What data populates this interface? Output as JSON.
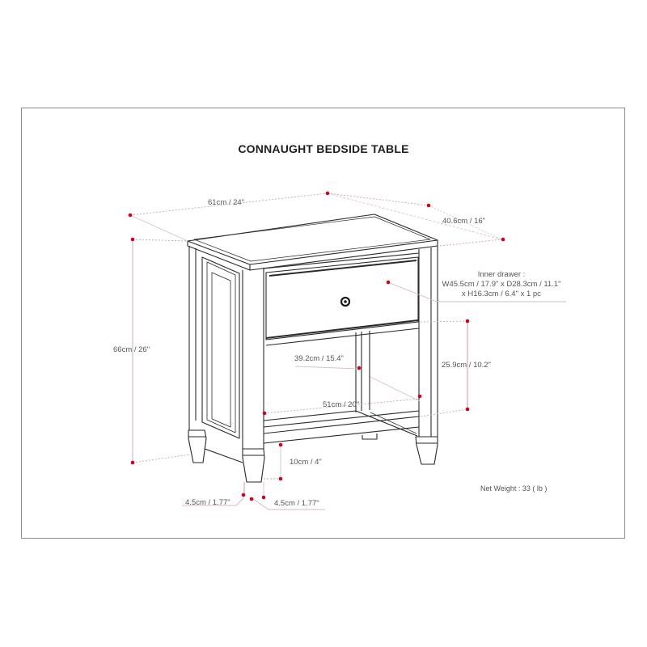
{
  "title": "CONNAUGHT BEDSIDE TABLE",
  "accent_color": "#d0021b",
  "line_color": "#c8a2a6",
  "dimensions": {
    "width": "61cm / 24\"",
    "depth": "40.6cm / 16\"",
    "height": "66cm / 26\"",
    "inner_drawer_title": "Inner drawer :",
    "inner_drawer_line1": "W45.5cm / 17.9\" x D28.3cm / 11.1\"",
    "inner_drawer_line2": "x H16.3cm / 6.4\" x 1 pc",
    "shelf_depth": "39.2cm / 15.4\"",
    "shelf_height": "25.9cm / 10.2\"",
    "shelf_width": "51cm / 20\"",
    "leg_height": "10cm / 4\"",
    "leg_width_left": "4.5cm / 1.77\"",
    "leg_width_right": "4.5cm / 1.77\""
  },
  "net_weight": "Net Weight : 33 ( lb )"
}
